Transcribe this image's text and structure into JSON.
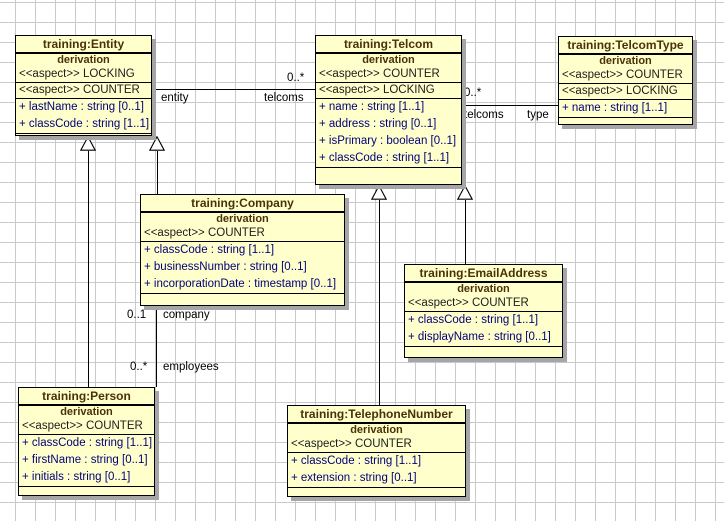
{
  "colors": {
    "canvas-bg": "#ffffff",
    "grid-line": "#c9c9c9",
    "box-fill": "#ffffcc",
    "box-border": "#000000",
    "box-shadow": "#a6a6a6",
    "title-text": "#4a3208",
    "aspect-text": "#1c1c1c",
    "attr-text": "#00007a",
    "label-text": "#000000"
  },
  "classes": [
    {
      "title": "training:Entity",
      "subtitle": "derivation",
      "stereotypes": [
        "<<aspect>> LOCKING",
        "<<aspect>> COUNTER"
      ],
      "attributes": [
        "+ lastName : string [0..1]",
        "+ classCode : string [1..1]"
      ]
    },
    {
      "title": "training:Telcom",
      "subtitle": "derivation",
      "stereotypes": [
        "<<aspect>> COUNTER",
        "<<aspect>> LOCKING"
      ],
      "attributes": [
        "+ name : string [1..1]",
        "+ address : string [0..1]",
        "+ isPrimary : boolean [0..1]",
        "+ classCode : string [1..1]"
      ]
    },
    {
      "title": "training:TelcomType",
      "subtitle": "derivation",
      "stereotypes": [
        "<<aspect>> COUNTER",
        "<<aspect>> LOCKING"
      ],
      "attributes": [
        "+ name : string [1..1]"
      ]
    },
    {
      "title": "training:Company",
      "subtitle": "derivation",
      "stereotypes": [
        "<<aspect>> COUNTER"
      ],
      "attributes": [
        "+ classCode : string [1..1]",
        "+ businessNumber : string [0..1]",
        "+ incorporationDate : timestamp [0..1]"
      ]
    },
    {
      "title": "training:EmailAddress",
      "subtitle": "derivation",
      "stereotypes": [
        "<<aspect>> COUNTER"
      ],
      "attributes": [
        "+ classCode : string [1..1]",
        "+ displayName : string [0..1]"
      ]
    },
    {
      "title": "training:Person",
      "subtitle": "derivation",
      "stereotypes": [
        "<<aspect>> COUNTER"
      ],
      "attributes": [
        "+ classCode : string [1..1]",
        "+ firstName : string [0..1]",
        "+ initials : string [0..1]"
      ]
    },
    {
      "title": "training:TelephoneNumber",
      "subtitle": "derivation",
      "stereotypes": [
        "<<aspect>> COUNTER"
      ],
      "attributes": [
        "+ classCode : string [1..1]",
        "+ extension : string [0..1]"
      ]
    }
  ],
  "associations": {
    "entity_telcoms": {
      "multiplicity": "0..*",
      "source_role": "entity",
      "target_role": "telcoms"
    },
    "telcom_type": {
      "multiplicity": "0..*",
      "source_role": "telcoms",
      "target_role": "type"
    },
    "company_person": {
      "company_multiplicity": "0..1",
      "company_role": "company",
      "employees_multiplicity": "0..*",
      "employees_role": "employees"
    }
  }
}
